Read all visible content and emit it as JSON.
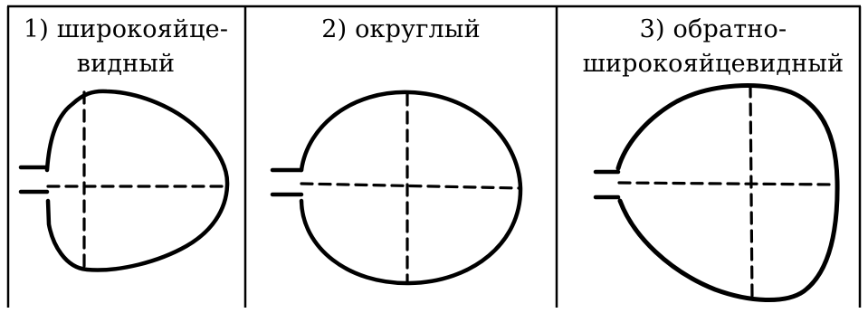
{
  "panels": [
    {
      "number": "1)",
      "caption_lines": [
        "1) широкояйце-",
        "видный"
      ],
      "shape": "broad-ovate"
    },
    {
      "number": "2)",
      "caption_lines": [
        "2) округлый"
      ],
      "shape": "round"
    },
    {
      "number": "3)",
      "caption_lines": [
        "3) обратно-",
        "широкояйцевидный"
      ],
      "shape": "broad-obovate"
    }
  ],
  "colors": {
    "ink": "#000000",
    "paper": "#ffffff"
  }
}
